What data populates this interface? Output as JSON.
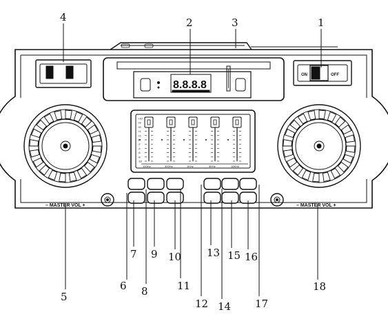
{
  "device": {
    "switch": {
      "on_label": "ON",
      "off_label": "OFF"
    },
    "left_knob_label": "– MASTER VOL +",
    "right_knob_label": "– MASTER VOL +",
    "display_digits": "8.8.8.8",
    "eq": {
      "scale": [
        "+10",
        "+8",
        "+6",
        "+4",
        "+2",
        "0",
        "-2",
        "-4",
        "-6",
        "-8",
        "-10"
      ],
      "bands": [
        "100Hz",
        "300Hz",
        "1KHz",
        "3KHz",
        "10KHz"
      ]
    }
  },
  "callouts": [
    "1",
    "2",
    "3",
    "4",
    "5",
    "6",
    "7",
    "8",
    "9",
    "10",
    "11",
    "12",
    "13",
    "14",
    "15",
    "16",
    "17",
    "18"
  ]
}
